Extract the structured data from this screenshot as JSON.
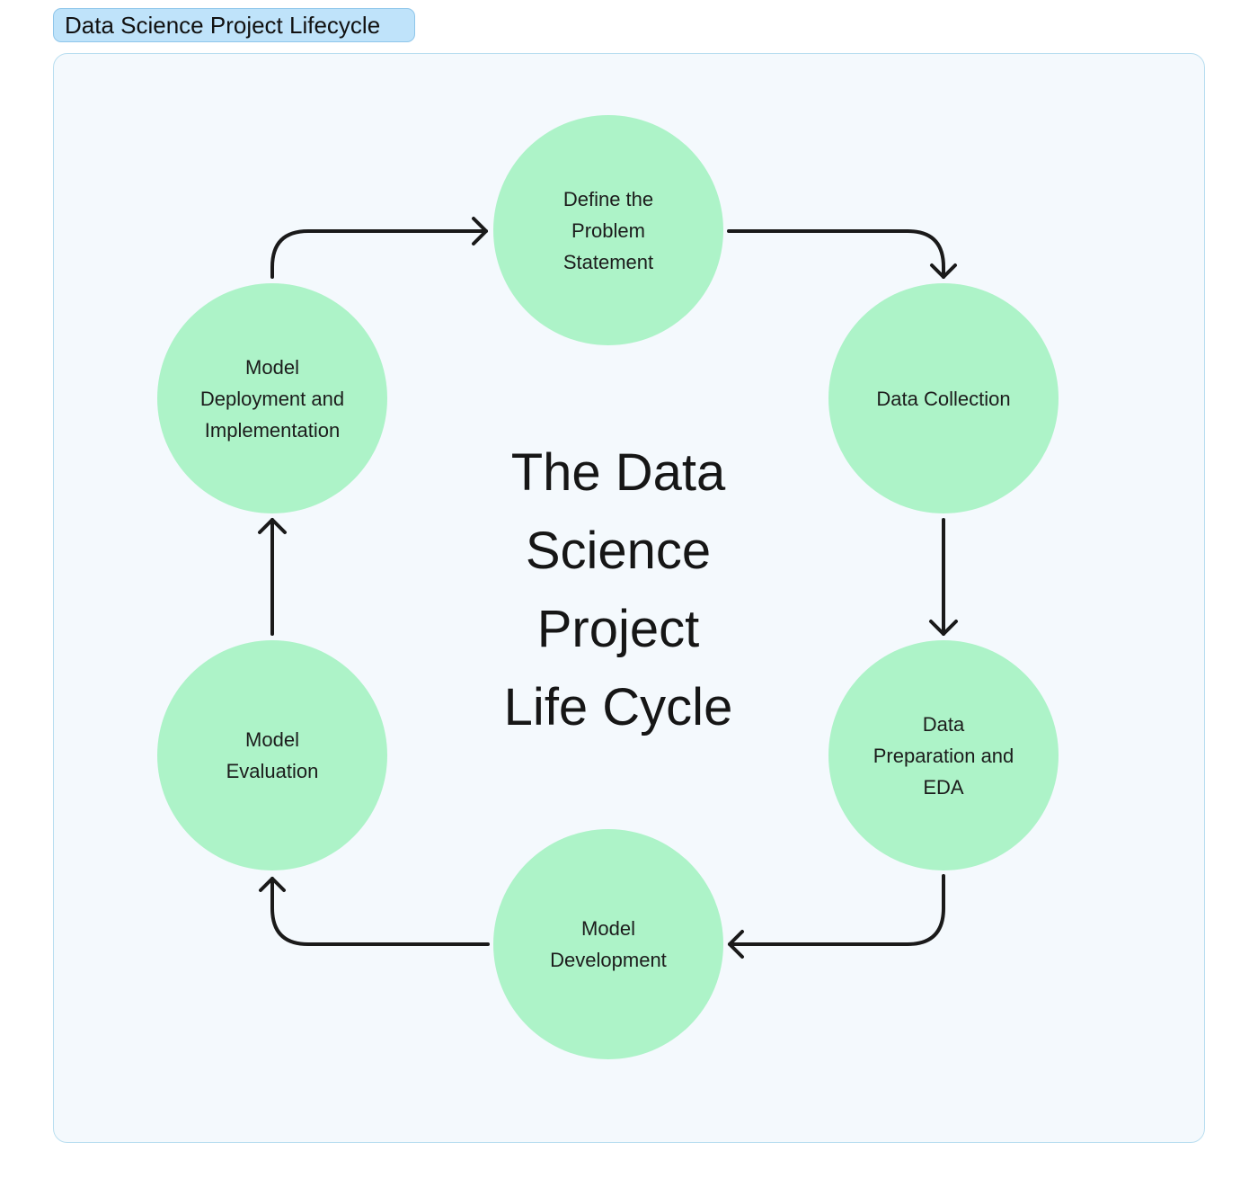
{
  "frame": {
    "title": "Data Science Project Lifecycle",
    "background": "#f4f9fd",
    "border": "#b9def0",
    "tab_background": "#bfe3fa"
  },
  "diagram": {
    "center_title": "The Data\nScience\nProject\nLife Cycle",
    "node_color": "#adf3c8",
    "arrow_color": "#1a1a1a",
    "nodes": [
      {
        "id": "define",
        "label": "Define the\nProblem\nStatement"
      },
      {
        "id": "collection",
        "label": "Data Collection"
      },
      {
        "id": "preparation",
        "label": "Data\nPreparation and\nEDA"
      },
      {
        "id": "development",
        "label": "Model\nDevelopment"
      },
      {
        "id": "evaluation",
        "label": "Model\nEvaluation"
      },
      {
        "id": "deployment",
        "label": "Model\nDeployment and\nImplementation"
      }
    ],
    "edges": [
      {
        "from": "define",
        "to": "collection"
      },
      {
        "from": "collection",
        "to": "preparation"
      },
      {
        "from": "preparation",
        "to": "development"
      },
      {
        "from": "development",
        "to": "evaluation"
      },
      {
        "from": "evaluation",
        "to": "deployment"
      },
      {
        "from": "deployment",
        "to": "define"
      }
    ]
  }
}
